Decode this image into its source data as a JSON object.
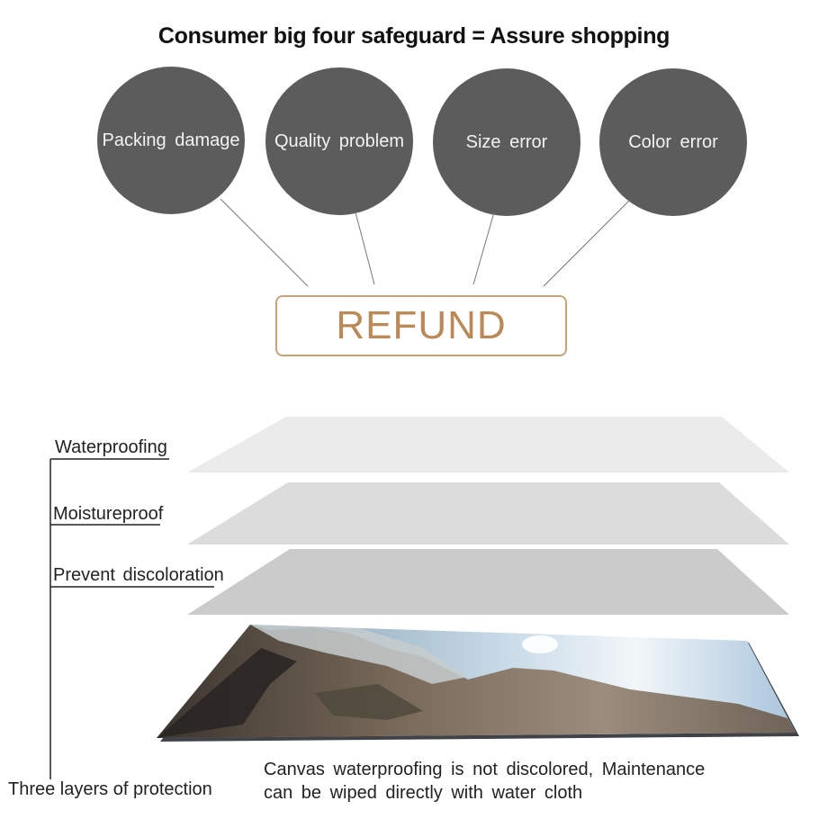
{
  "title": "Consumer big four safeguard = Assure shopping",
  "safeguards": [
    {
      "label": "Packing damage"
    },
    {
      "label": "Quality problem"
    },
    {
      "label": "Size error"
    },
    {
      "label": "Color error"
    }
  ],
  "refund_label": "REFUND",
  "layers": [
    {
      "label": "Waterproofing"
    },
    {
      "label": "Moistureproof"
    },
    {
      "label": "Prevent discoloration"
    }
  ],
  "bracket_label": "Three layers of protection",
  "note": {
    "line1": "Canvas waterproofing is not discolored, Maintenance",
    "line2": "can be wiped directly with water cloth"
  },
  "colors": {
    "circle": "#5d5c5c",
    "refund_accent": "#b98958",
    "layer_top": "#ebebeb",
    "layer_middle": "#dcdcdc",
    "layer_bottom": "#cbcbcb"
  }
}
